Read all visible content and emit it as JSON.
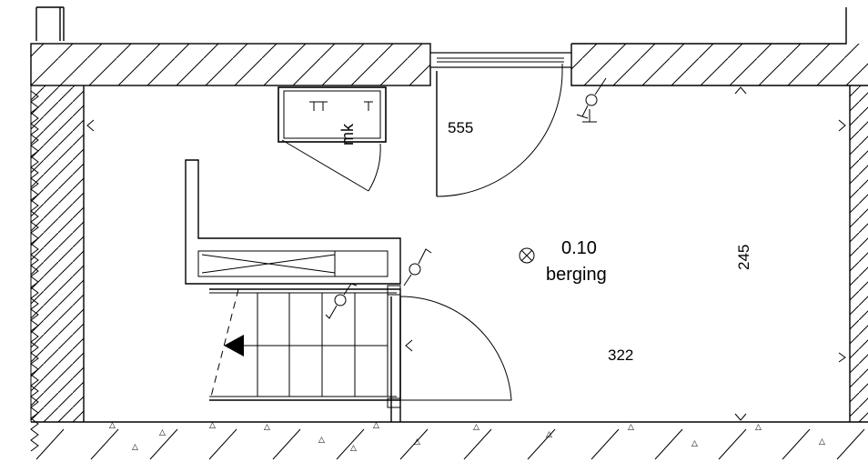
{
  "room": {
    "number": "0.10",
    "name": "berging"
  },
  "fixture_label": "mk",
  "dimensions": {
    "door_top": "555",
    "room_height": "245",
    "stair_area": "322"
  }
}
